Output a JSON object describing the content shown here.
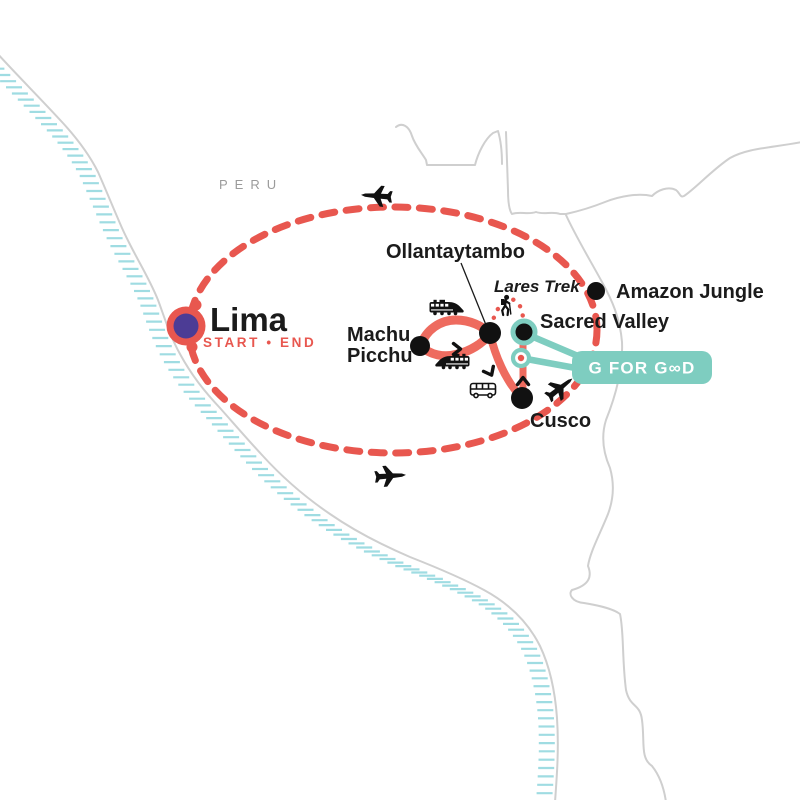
{
  "region_label": "PERU",
  "locations": {
    "lima": {
      "label": "Lima",
      "sublabel": "START • END"
    },
    "machu_picchu": {
      "label_line1": "Machu",
      "label_line2": "Picchu"
    },
    "ollantaytambo": {
      "label": "Ollantaytambo"
    },
    "lares_trek": {
      "label": "Lares Trek"
    },
    "sacred_valley": {
      "label": "Sacred Valley"
    },
    "amazon_jungle": {
      "label": "Amazon Jungle"
    },
    "cusco": {
      "label": "Cusco"
    }
  },
  "badge": {
    "label": "G FOR G∞D"
  },
  "transport_icons": [
    "airplane",
    "train",
    "bus",
    "hiker"
  ],
  "colors": {
    "route_red": "#E8574F",
    "route_red_solid": "#EE6B5F",
    "teal": "#7ECDC0",
    "lima_purple": "#4C3C95",
    "water_hatch": "#9FDCE2",
    "border_gray": "#CFCFCF",
    "region_text": "#9B9B9B",
    "text": "#1B1B1B",
    "badge_text": "#FFFFFF"
  }
}
